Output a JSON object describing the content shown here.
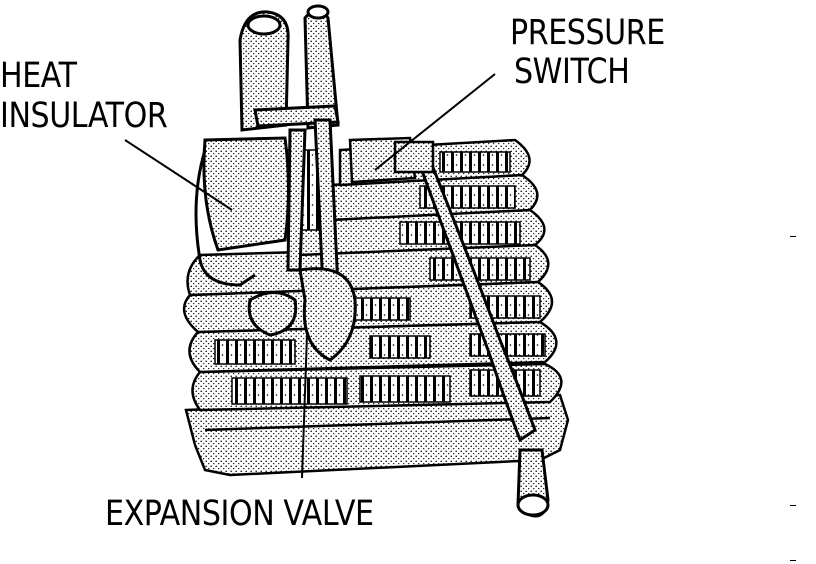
{
  "labels": {
    "heat_insulator_line1": "HEAT",
    "heat_insulator_line2": "INSULATOR",
    "pressure_switch_line1": "PRESSURE",
    "pressure_switch_line2": "SWITCH",
    "expansion_valve": "EXPANSION VALVE"
  },
  "colors": {
    "ink": "#000000",
    "paper": "#ffffff",
    "stipple": "#cfcfcf"
  }
}
